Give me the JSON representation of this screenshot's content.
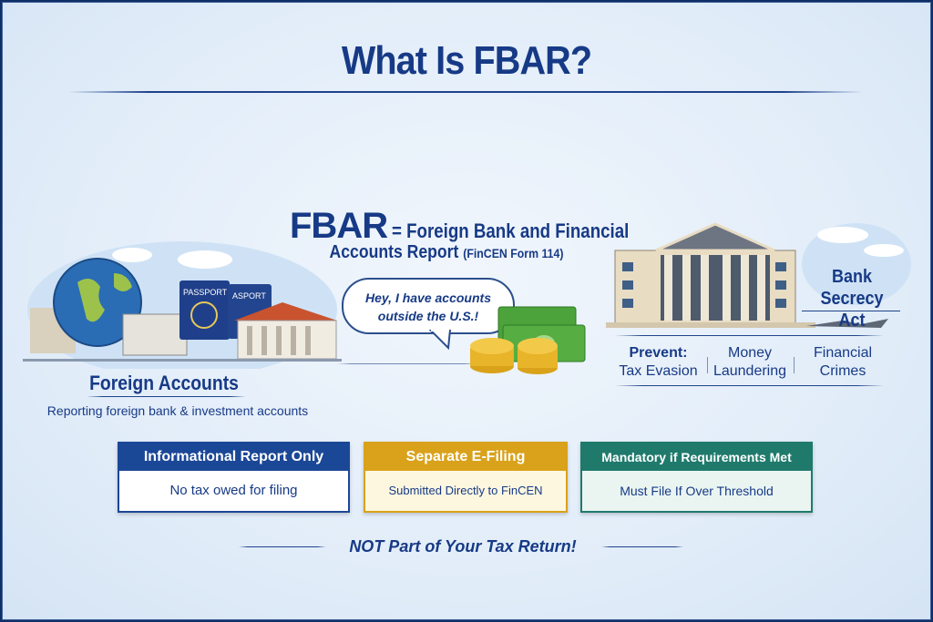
{
  "title": "What Is FBAR?",
  "definition": {
    "acronym": "FBAR",
    "equals": "=",
    "line1": "Foreign Bank and Financial",
    "line2": "Accounts Report",
    "form": "(FinCEN Form 114)"
  },
  "foreign": {
    "passport1": "PASSPORT",
    "passport2": "ASPORT",
    "heading": "Foreign Accounts",
    "subtitle": "Reporting foreign bank & investment accounts"
  },
  "bubble": {
    "line1": "Hey, I have accounts",
    "line2": "outside the U.S.!"
  },
  "bsa": {
    "heading_line1": "Bank",
    "heading_line2": "Secrecy Act",
    "prevent": "Prevent:",
    "items": [
      "Tax Evasion",
      "Money Laundering",
      "Financial Crimes"
    ]
  },
  "cards": [
    {
      "header": "Informational Report Only",
      "body": "No tax owed for filing",
      "color": "#1b4797"
    },
    {
      "header": "Separate E-Filing",
      "body": "Submitted Directly to FinCEN",
      "color": "#d9a21a"
    },
    {
      "header": "Mandatory if Requirements Met",
      "body": "Must File If Over Threshold",
      "color": "#1f7a6c"
    }
  ],
  "footer": "NOT Part of Your Tax Return!"
}
